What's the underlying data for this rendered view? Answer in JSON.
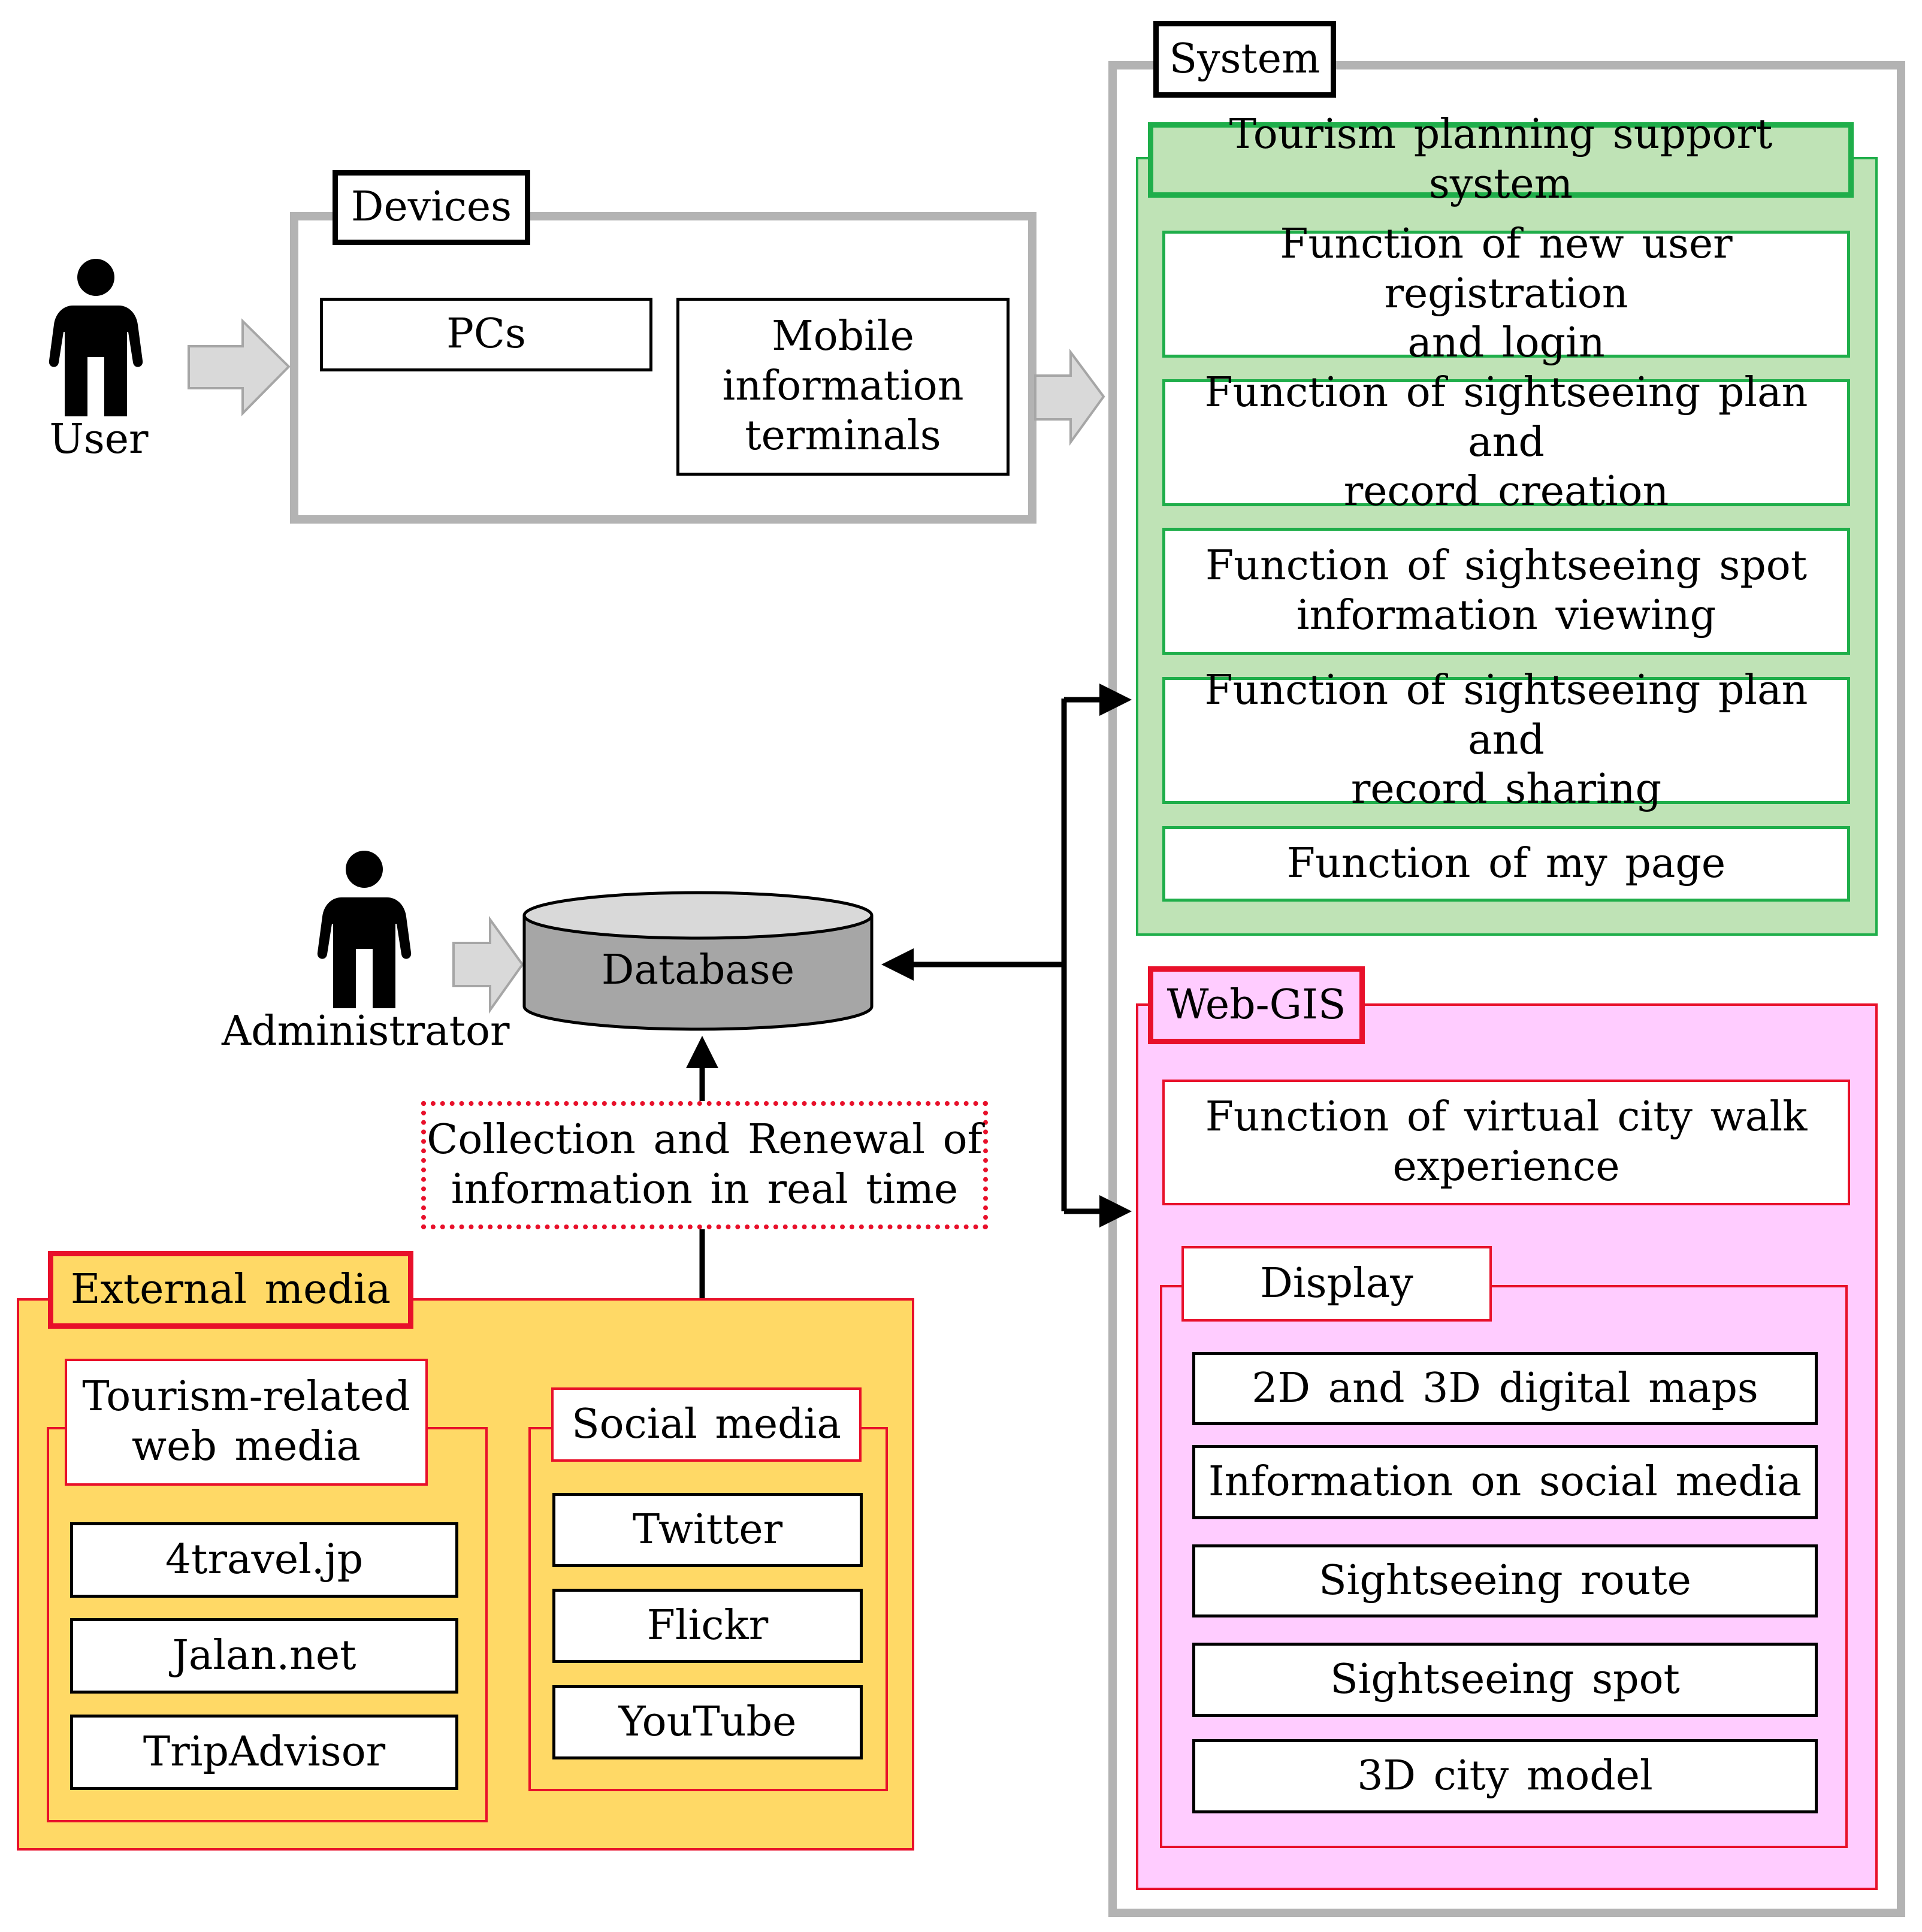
{
  "user": {
    "label": "User"
  },
  "administrator": {
    "label": "Administrator"
  },
  "devices": {
    "title": "Devices",
    "items": [
      "PCs",
      "Mobile\ninformation\nterminals"
    ]
  },
  "system": {
    "title": "System",
    "tourism": {
      "title": "Tourism planning support system",
      "functions": [
        "Function of new user registration\nand login",
        "Function of sightseeing plan and\nrecord creation",
        "Function of sightseeing spot\ninformation viewing",
        "Function of sightseeing plan and\nrecord sharing",
        "Function of my page"
      ]
    },
    "webgis": {
      "title": "Web-GIS",
      "function": "Function of virtual city walk\nexperience",
      "display": {
        "title": "Display",
        "items": [
          "2D and 3D digital maps",
          "Information on social media",
          "Sightseeing route",
          "Sightseeing spot",
          "3D city model"
        ]
      }
    }
  },
  "database": {
    "label": "Database"
  },
  "collection": {
    "label": "Collection and Renewal of\ninformation in real time"
  },
  "external": {
    "title": "External media",
    "tourism_web": {
      "title": "Tourism-related\nweb media",
      "items": [
        "4travel.jp",
        "Jalan.net",
        "TripAdvisor"
      ]
    },
    "social": {
      "title": "Social media",
      "items": [
        "Twitter",
        "Flickr",
        "YouTube"
      ]
    }
  },
  "colors": {
    "system_border": "#b3b3b3",
    "tourism_fill": "#bfe3b6",
    "tourism_border": "#1fae4a",
    "webgis_fill": "#ffccff",
    "webgis_border": "#e8102a",
    "external_fill": "#ffd966",
    "external_border": "#e8102a",
    "database_fill": "#a6a6a6"
  },
  "icons": [
    "person-icon",
    "database-cylinder-icon",
    "arrow-right-icon"
  ]
}
